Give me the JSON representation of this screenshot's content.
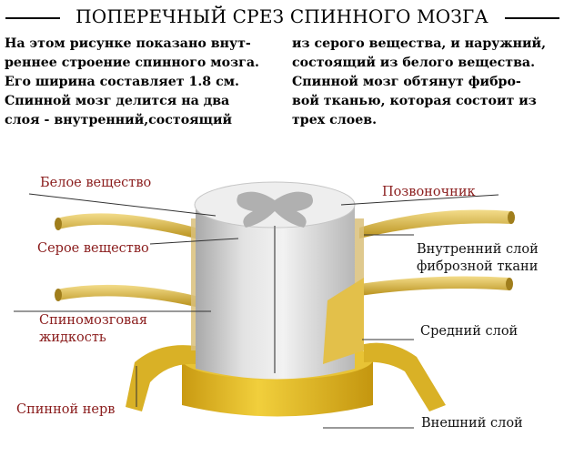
{
  "title": "ПОПЕРЕЧНЫЙ СРЕЗ СПИННОГО МОЗГА",
  "intro_left": "На этом рисунке показано внут-\nреннее строение спинного мозга.\nЕго ширина составляет 1.8 см.\nСпинной мозг делится на два\nслоя - внутренний,состоящий",
  "intro_right": "из серого вещества, и наружний,\nсостоящий из белого вещества.\nСпинной мозг обтянут фибро-\nвой тканью, которая состоит из\nтрех слоев.",
  "labels": {
    "white_matter": "Белое вещество",
    "gray_matter": "Серое вещество",
    "csf": "Спиномозговая\nжидкость",
    "spinal_nerve": "Спинной нерв",
    "spine": "Позвоночник",
    "inner_layer": "Внутренний слой\nфиброзной ткани",
    "middle_layer": "Средний слой",
    "outer_layer": "Внешний слой"
  },
  "colors": {
    "label_red": "#8a1c1c",
    "nerve_yellow": "#e2bc2a",
    "cord_gray": "#d9d9d9"
  }
}
